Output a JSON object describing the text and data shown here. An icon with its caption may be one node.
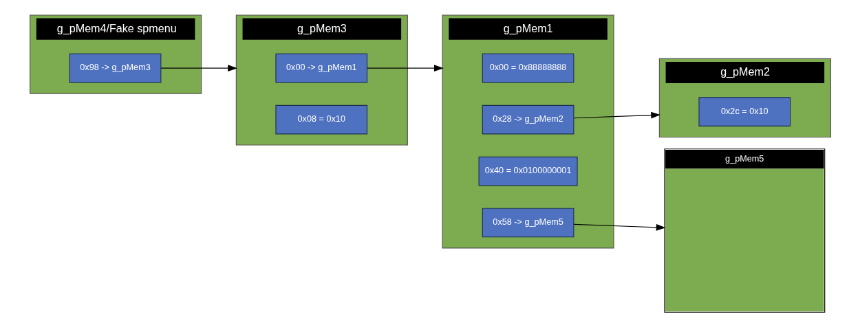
{
  "diagram": {
    "nodes": [
      {
        "text": [
          "g_pMem4/Fake spmenu"
        ]
      },
      {
        "text": [
          "0x98 -> g_pMem3"
        ],
        "in": 0
      },
      {
        "text": [
          "g_pMem3"
        ]
      },
      {
        "text": [
          "0x00 -> g_pMem1"
        ],
        "in": 2
      },
      {
        "text": [
          "0x08 = 0x10"
        ],
        "in": 2
      },
      {
        "text": [
          "g_pMem1"
        ]
      },
      {
        "text": [
          "0x00 = 0x88888888"
        ],
        "in": 5
      },
      {
        "text": [
          "0x28 -> g_pMem2"
        ],
        "in": 5
      },
      {
        "text": [
          "0x40 = 0x0100000001"
        ],
        "in": 5
      },
      {
        "text": [
          "0x58 -> g_pMem5"
        ],
        "in": 5
      },
      {
        "text": [
          "g_pMem2"
        ]
      },
      {
        "text": [
          "0x2c = 0x10"
        ],
        "in": 10
      },
      {
        "text": [
          "g_pMem5"
        ]
      }
    ],
    "edges": [
      {
        "from": 1,
        "to": 2,
        "arrow": "to"
      },
      {
        "from": 3,
        "to": 5,
        "arrow": "to"
      },
      {
        "from": 7,
        "to": 10,
        "arrow": "to"
      },
      {
        "from": 9,
        "to": 12,
        "arrow": "to"
      }
    ]
  }
}
